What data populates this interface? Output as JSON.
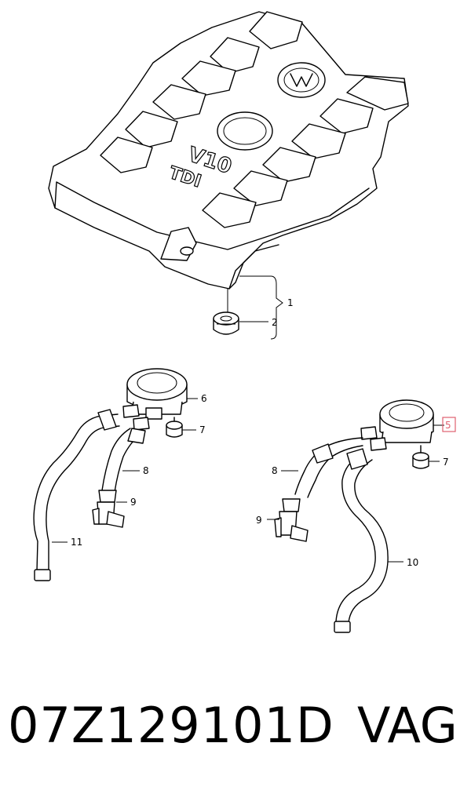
{
  "diagram": {
    "engine_label_top": "V10",
    "engine_label_bottom": "TDI",
    "callouts": {
      "c1": "1",
      "c2": "2",
      "c5": "5",
      "c6": "6",
      "c7a": "7",
      "c7b": "7",
      "c8a": "8",
      "c8b": "8",
      "c9a": "9",
      "c9b": "9",
      "c10": "10",
      "c11": "11"
    },
    "highlighted_callout": "5",
    "highlight_color": "#e06070"
  },
  "footer": {
    "part_number": "07Z129101D",
    "brand": "VAG"
  }
}
